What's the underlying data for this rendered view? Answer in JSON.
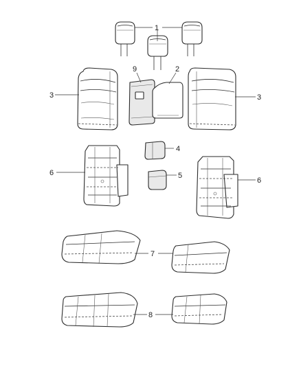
{
  "callouts": {
    "c1": "1",
    "c2": "2",
    "c3_left": "3",
    "c3_right": "3",
    "c4": "4",
    "c5": "5",
    "c6_left": "6",
    "c6_right": "6",
    "c7": "7",
    "c8": "8",
    "c9": "9"
  }
}
